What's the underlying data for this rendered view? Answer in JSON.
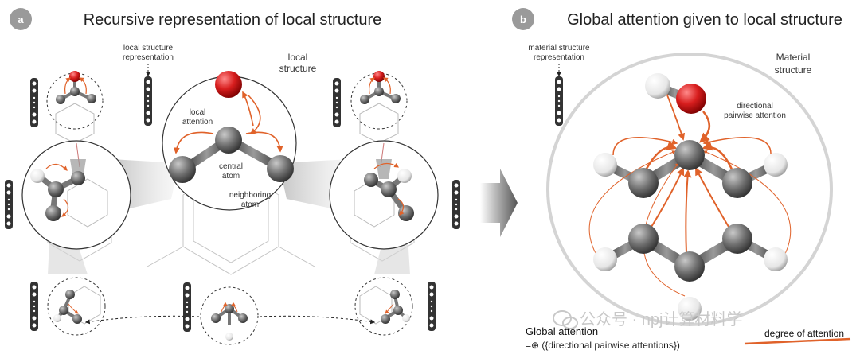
{
  "panel_a": {
    "badge": "a",
    "title": "Recursive representation of local structure",
    "label_local_structure_representation_1": "local structure",
    "label_local_structure_representation_2": "representation",
    "label_local_structure_1": "local",
    "label_local_structure_2": "structure",
    "label_local_attention_1": "local",
    "label_local_attention_2": "attention",
    "label_central_atom_1": "central",
    "label_central_atom_2": "atom",
    "label_neighboring_atom_1": "neighboring",
    "label_neighboring_atom_2": "atom"
  },
  "panel_b": {
    "badge": "b",
    "title": "Global attention given to local structure",
    "label_material_structure_representation_1": "material structure",
    "label_material_structure_representation_2": "representation",
    "label_material_structure_1": "Material",
    "label_material_structure_2": "structure",
    "label_directional_1": "directional",
    "label_directional_2": "pairwise attention",
    "global_attention_title": "Global attention",
    "global_attention_formula": "=⊕ ({directional pairwise attentions})",
    "legend_label": "degree of attention"
  },
  "watermark": "公众号 · npj计算材料学",
  "colors": {
    "badge": "#9a9a9a",
    "attention": "#e0622a",
    "oxygen": "#d81e1e",
    "carbon": "#6e6e6e",
    "hydrogen": "#f2f2f2",
    "circle_outline": "#d0d0d0"
  },
  "icons": [
    "arrow-right-icon",
    "wechat-icon"
  ]
}
